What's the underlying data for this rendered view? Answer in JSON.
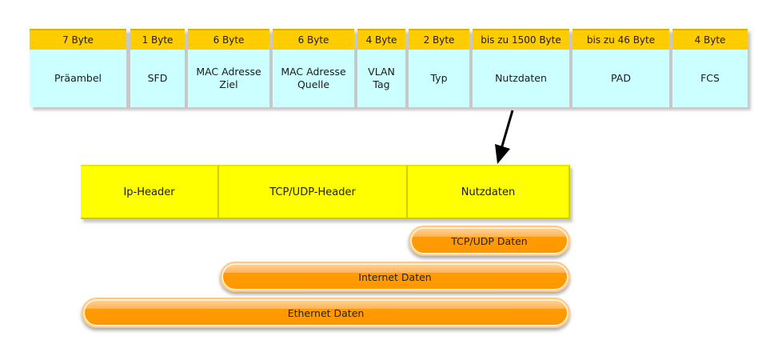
{
  "frame": {
    "columns": [
      {
        "size": "7 Byte",
        "field": "Präambel"
      },
      {
        "size": "1 Byte",
        "field": "SFD"
      },
      {
        "size": "6 Byte",
        "field": "MAC Adresse\nZiel"
      },
      {
        "size": "6 Byte",
        "field": "MAC Adresse\nQuelle"
      },
      {
        "size": "4 Byte",
        "field": "VLAN\nTag"
      },
      {
        "size": "2 Byte",
        "field": "Typ"
      },
      {
        "size": "bis zu 1500 Byte",
        "field": "Nutzdaten"
      },
      {
        "size": "bis zu 46 Byte",
        "field": "PAD"
      },
      {
        "size": "4 Byte",
        "field": "FCS"
      }
    ]
  },
  "packet": {
    "segments": [
      "Ip-Header",
      "TCP/UDP-Header",
      "Nutzdaten"
    ]
  },
  "layers": {
    "tcp_udp": "TCP/UDP Daten",
    "internet": "Internet Daten",
    "ethernet": "Ethernet Daten"
  },
  "colors": {
    "header": "#ffcc00",
    "field": "#ccffff",
    "packet": "#ffff00",
    "layer": "#ff9800"
  }
}
